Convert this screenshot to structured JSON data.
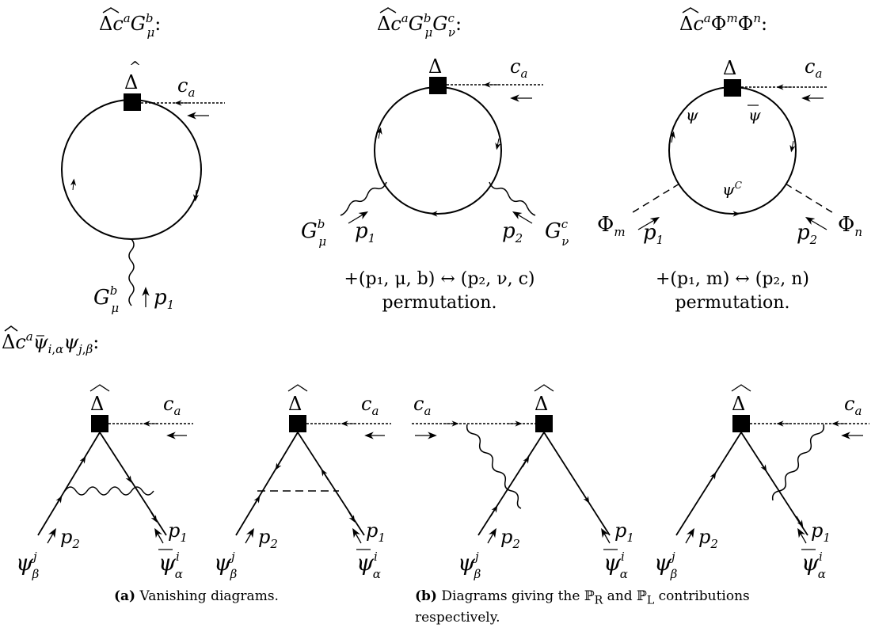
{
  "diagram_data": {
    "headers": {
      "one_gluon": "Δ̂c^a G_μ^b:",
      "two_gluon": "Δ̂c^a G_μ^b G_ν^c:",
      "two_scalar": "Δ̂c^a Φ^m Φ^n:",
      "fermion": "Δ̂c^a ψ̄_{i,α} ψ_{j,β}:"
    },
    "symbols": {
      "delta": "Δ",
      "ghost": "c",
      "ghost_index": "a",
      "gluon": "G",
      "psi": "ψ",
      "psibar": "ψ",
      "psiC": "ψ",
      "C": "C",
      "Phi": "Φ",
      "p": "p",
      "one": "1",
      "two": "2",
      "mu": "μ",
      "nu": "ν",
      "b": "b",
      "c": "c",
      "m": "m",
      "n": "n",
      "i": "i",
      "j": "j",
      "alpha": "α",
      "beta": "β"
    },
    "permutation_two_gluon": {
      "line1": "+(p₁, μ, b) ↔ (p₂, ν, c)",
      "line2": "permutation."
    },
    "permutation_two_scalar": {
      "line1": "+(p₁, m) ↔ (p₂, n)",
      "line2": "permutation."
    },
    "captions": {
      "a_label": "(a)",
      "a_text": "Vanishing diagrams.",
      "b_label": "(b)",
      "b_text": "Diagrams giving the ℙ",
      "b_sub_R": "R",
      "b_and": " and ℙ",
      "b_sub_L": "L",
      "b_text2": " contributions",
      "b_text3": "respectively."
    }
  }
}
